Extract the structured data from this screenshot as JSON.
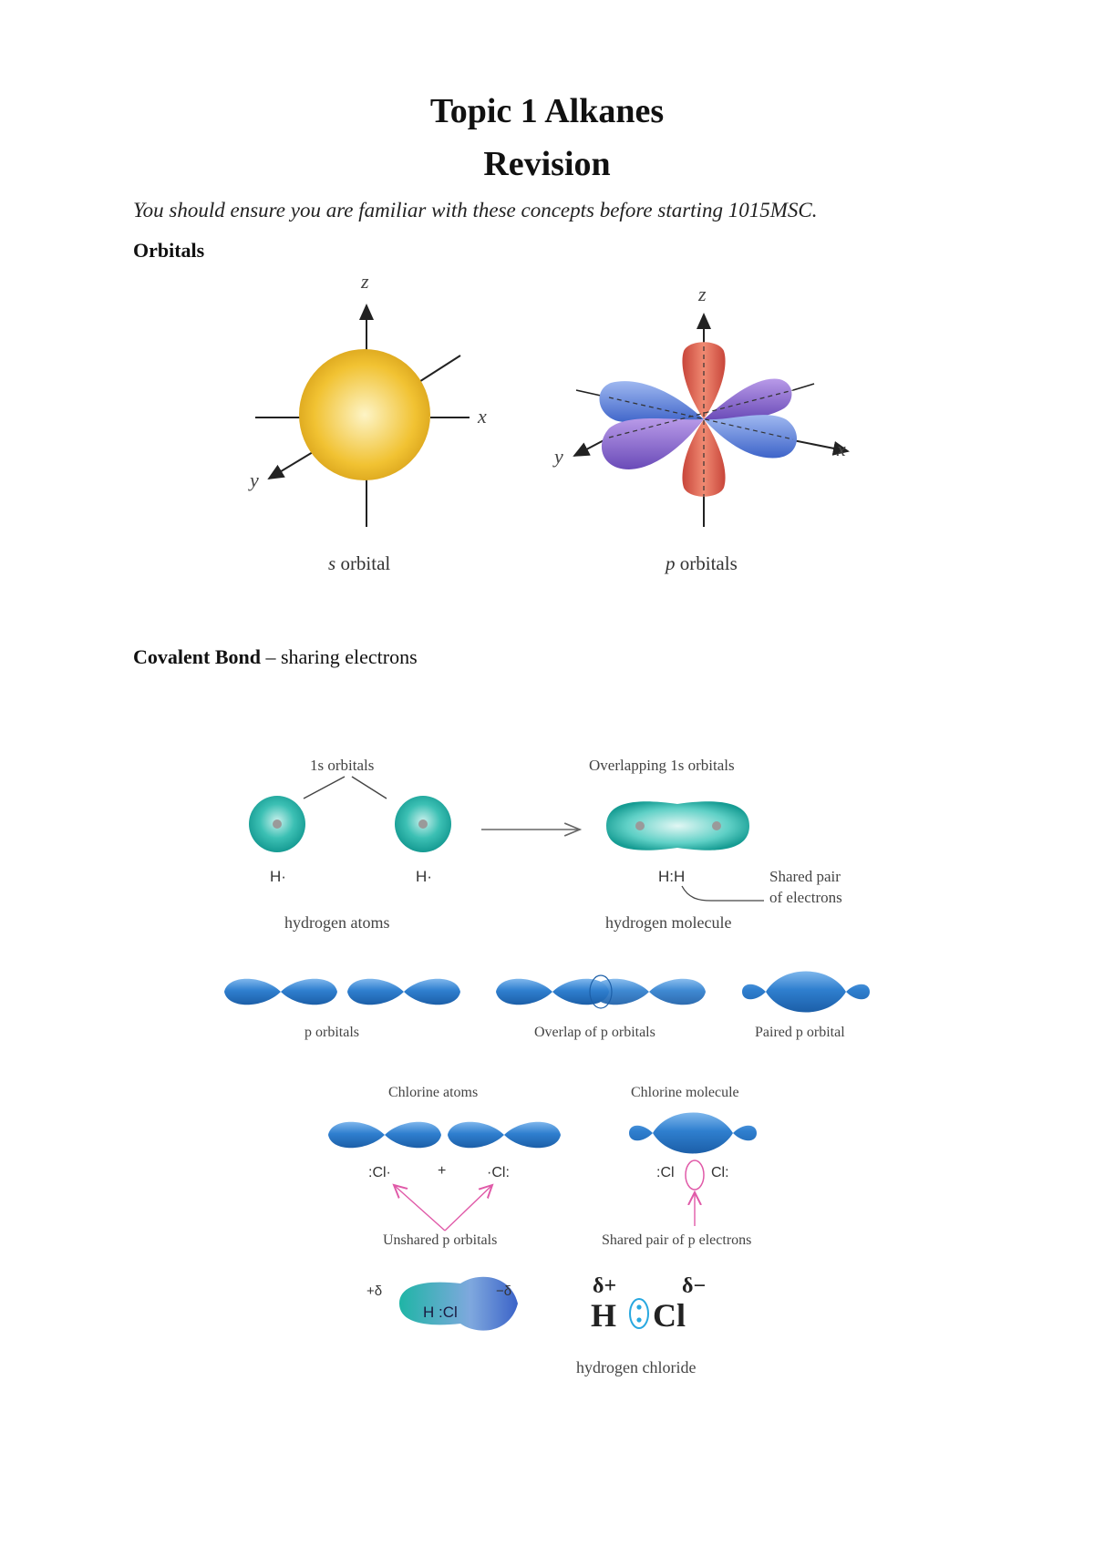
{
  "document": {
    "title_line1": "Topic 1 Alkanes",
    "title_line2": "Revision",
    "intro": "You should ensure you are familiar with these concepts before starting 1015MSC."
  },
  "orbitals_section": {
    "heading": "Orbitals",
    "s_orbital": {
      "axis_z": "z",
      "axis_x": "x",
      "axis_y": "y",
      "caption_italic": "s",
      "caption_rest": " orbital"
    },
    "p_orbitals": {
      "axis_z": "z",
      "axis_x": "x",
      "axis_y": "y",
      "caption_italic": "p",
      "caption_rest": " orbitals"
    }
  },
  "covalent_section": {
    "heading_bold": "Covalent Bond",
    "heading_rest": " – sharing electrons",
    "hydrogen": {
      "label_1s": "1s orbitals",
      "label_overlap": "Overlapping 1s orbitals",
      "atom_symbol_1": "H·",
      "atom_symbol_2": "H·",
      "molecule_symbol": "H:H",
      "shared_pair_line1": "Shared pair",
      "shared_pair_line2": "of electrons",
      "caption_atoms": "hydrogen atoms",
      "caption_molecule": "hydrogen molecule"
    },
    "p_row": {
      "caption_p": "p orbitals",
      "caption_overlap": "Overlap of p orbitals",
      "caption_paired": "Paired p orbital"
    },
    "chlorine": {
      "caption_atoms": "Chlorine atoms",
      "caption_molecule": "Chlorine molecule",
      "cl_left": ":Cl·",
      "plus": "+",
      "cl_right": "·Cl:",
      "mol_cl_left": ":Cl",
      "mol_cl_right": "Cl:",
      "caption_unshared": "Unshared p orbitals",
      "caption_shared": "Shared pair of p electrons"
    },
    "hcl": {
      "delta_plus_small": "+δ",
      "delta_minus_small": "−δ",
      "blob_label": "H :Cl",
      "delta_plus": "δ+",
      "delta_minus": "δ−",
      "symbol_h": "H",
      "symbol_cl": "Cl",
      "caption": "hydrogen chloride"
    }
  },
  "colors": {
    "s_orbital": "#f1c232",
    "p_red": "#e06a55",
    "p_blue": "#5b84d9",
    "p_purple": "#8b6ccf",
    "hydrogen_teal": "#20b2aa",
    "p_lobe_blue": "#2f7fcf",
    "arrow_pink": "#e05aa8"
  }
}
